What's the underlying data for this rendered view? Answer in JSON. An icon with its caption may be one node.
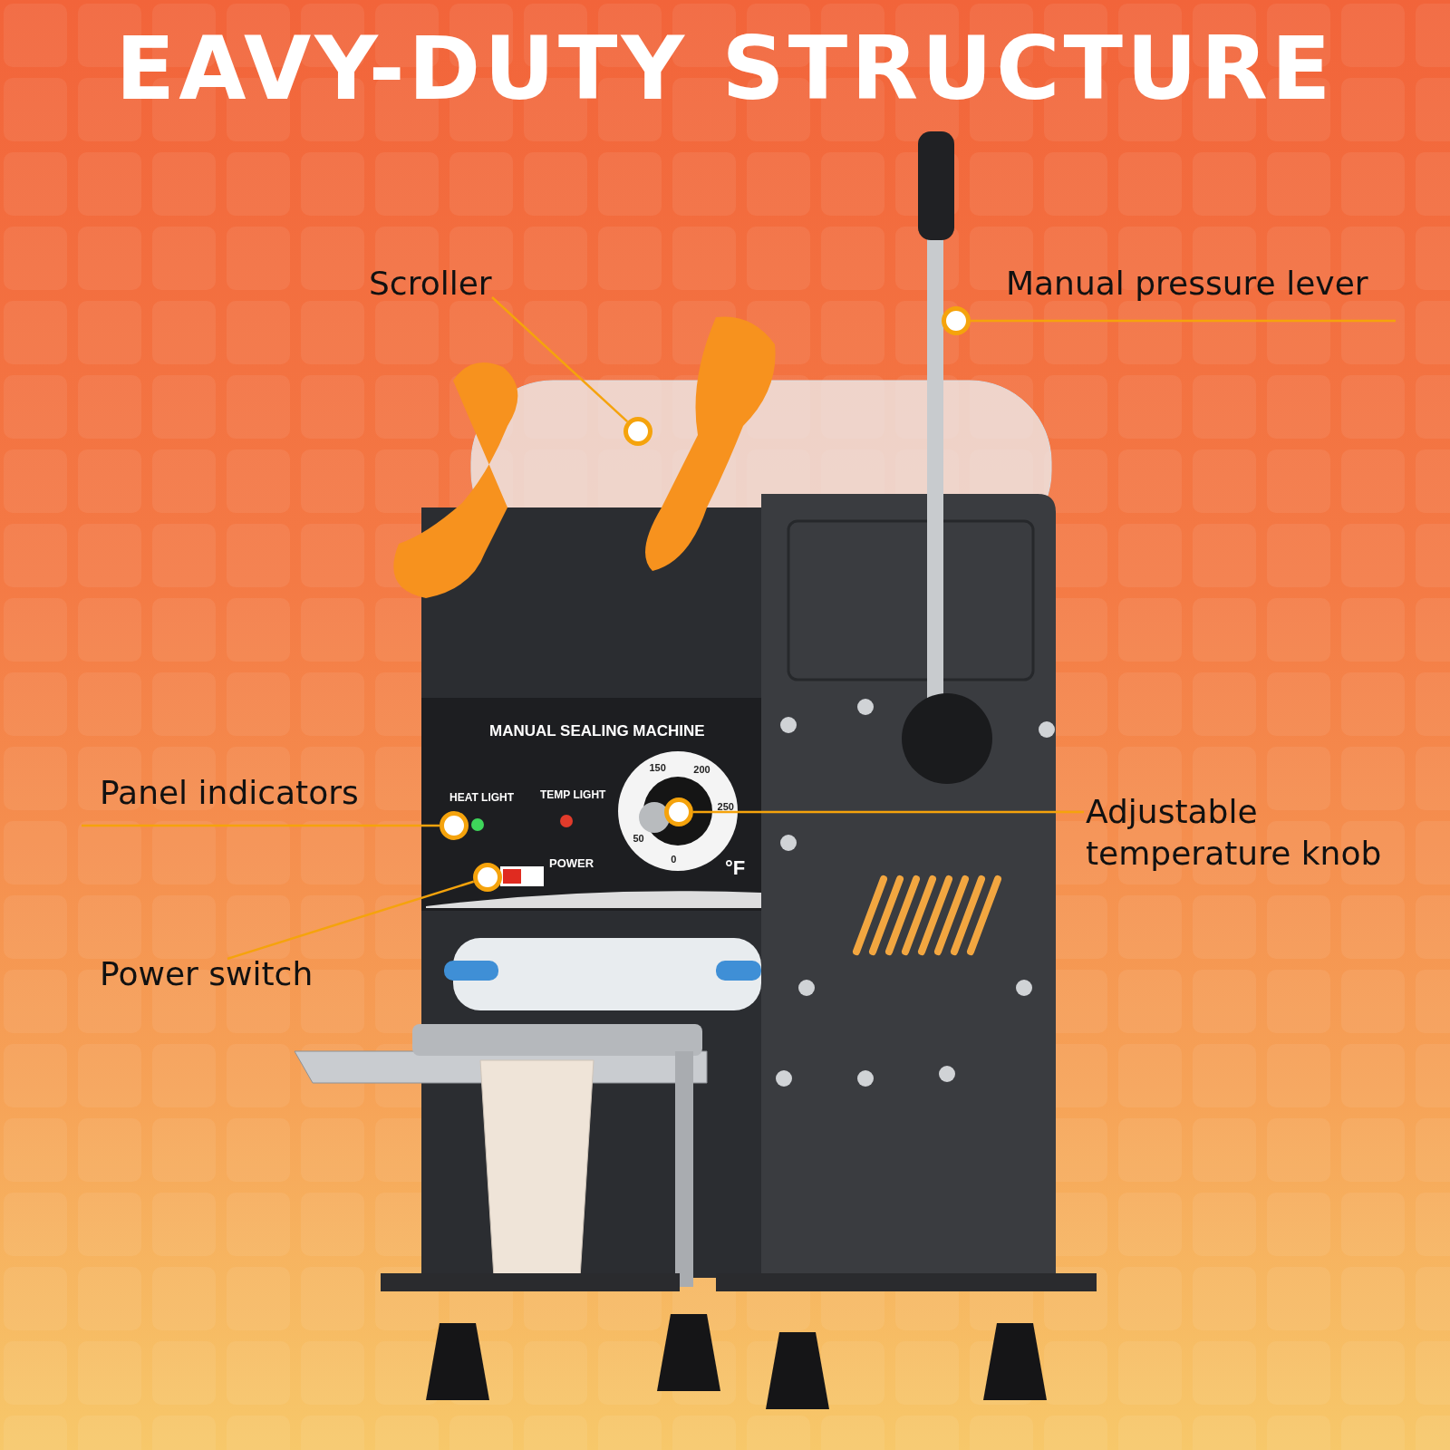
{
  "diagram": {
    "title": "EAVY-DUTY STRUCTURE",
    "nodes": [
      {
        "text": [
          "Scroller"
        ]
      },
      {
        "text": [
          "Manual pressure lever"
        ]
      },
      {
        "text": [
          "Panel indicators"
        ]
      },
      {
        "text": [
          "Adjustable temperature knob"
        ]
      },
      {
        "text": [
          "Power switch"
        ]
      },
      {
        "text": [],
        "shape": "circle"
      },
      {
        "text": [],
        "shape": "circle"
      },
      {
        "text": [],
        "shape": "circle"
      },
      {
        "text": [],
        "shape": "circle"
      },
      {
        "text": [],
        "shape": "circle"
      }
    ],
    "edges": [
      {
        "from": 0,
        "to": 5,
        "arrow": "none"
      },
      {
        "from": 1,
        "to": 6,
        "arrow": "none"
      },
      {
        "from": 2,
        "to": 7,
        "arrow": "none"
      },
      {
        "from": 3,
        "to": 8,
        "arrow": "none"
      },
      {
        "from": 4,
        "to": 9,
        "arrow": "none"
      }
    ],
    "labels": [
      "MANUAL SEALING MACHINE",
      "HEAT LIGHT",
      "TEMP LIGHT",
      "150",
      "200",
      "250",
      "50",
      "0",
      "°F",
      "POWER"
    ]
  }
}
